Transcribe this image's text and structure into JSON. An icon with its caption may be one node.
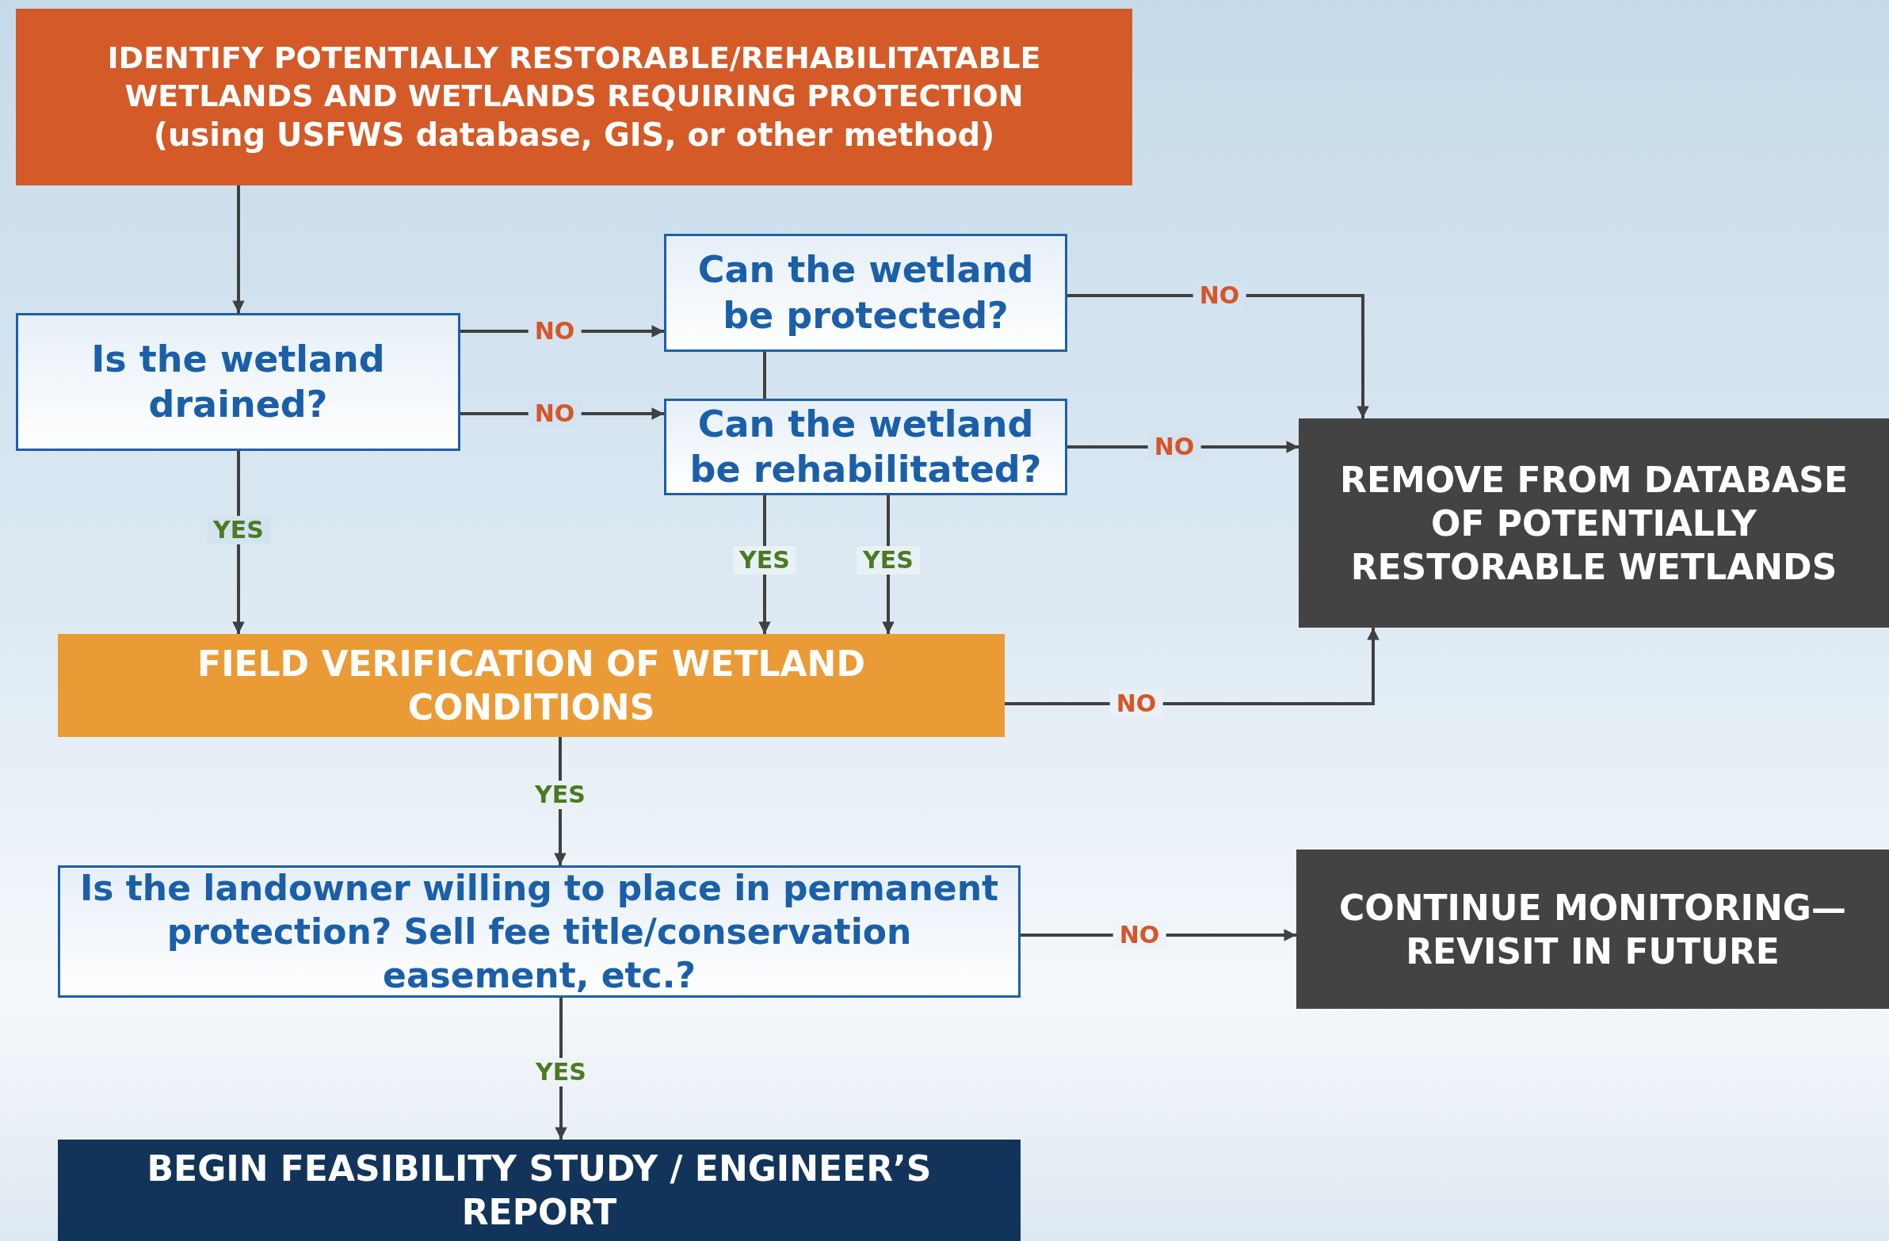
{
  "diagram": {
    "nodes": [
      {
        "text": [
          "IDENTIFY POTENTIALLY RESTORABLE/REHABILITATABLE WETLANDS AND WETLANDS REQUIRING PROTECTION",
          "(using USFWS database, GIS, or other method)"
        ]
      },
      {
        "text": [
          "Is the wetland drained?"
        ]
      },
      {
        "text": [
          "Can the wetland be protected?"
        ]
      },
      {
        "text": [
          "Can the wetland be rehabilitated?"
        ]
      },
      {
        "text": [
          "REMOVE FROM  DATABASE OF POTENTIALLY RESTORABLE WETLANDS"
        ]
      },
      {
        "text": [
          "FIELD VERIFICATION OF WETLAND CONDITIONS"
        ]
      },
      {
        "text": [
          "Is the landowner willing to place in permanent protection? Sell fee title/conservation easement, etc.?"
        ]
      },
      {
        "text": [
          "CONTINUE  MONITORING— REVISIT IN FUTURE"
        ]
      },
      {
        "text": [
          "BEGIN FEASIBILITY STUDY / ENGINEER’S REPORT"
        ]
      }
    ],
    "edges": [
      {
        "from": 0,
        "to": 1,
        "arrow": "to"
      },
      {
        "from": 1,
        "to": 2,
        "arrow": "to",
        "label": "NO"
      },
      {
        "from": 1,
        "to": 3,
        "arrow": "to",
        "label": "NO"
      },
      {
        "from": 1,
        "to": 5,
        "arrow": "to",
        "label": "YES"
      },
      {
        "from": 2,
        "to": 3,
        "arrow": "none"
      },
      {
        "from": 3,
        "to": 5,
        "arrow": "to",
        "label": "YES"
      },
      {
        "from": 3,
        "to": 5,
        "arrow": "to",
        "label": "YES"
      },
      {
        "from": 2,
        "to": 4,
        "arrow": "to",
        "label": "NO"
      },
      {
        "from": 3,
        "to": 4,
        "arrow": "to",
        "label": "NO"
      },
      {
        "from": 5,
        "to": 4,
        "arrow": "to",
        "label": "NO"
      },
      {
        "from": 5,
        "to": 6,
        "arrow": "to",
        "label": "YES"
      },
      {
        "from": 6,
        "to": 7,
        "arrow": "to",
        "label": "NO"
      },
      {
        "from": 6,
        "to": 8,
        "arrow": "to",
        "label": "YES"
      }
    ]
  }
}
